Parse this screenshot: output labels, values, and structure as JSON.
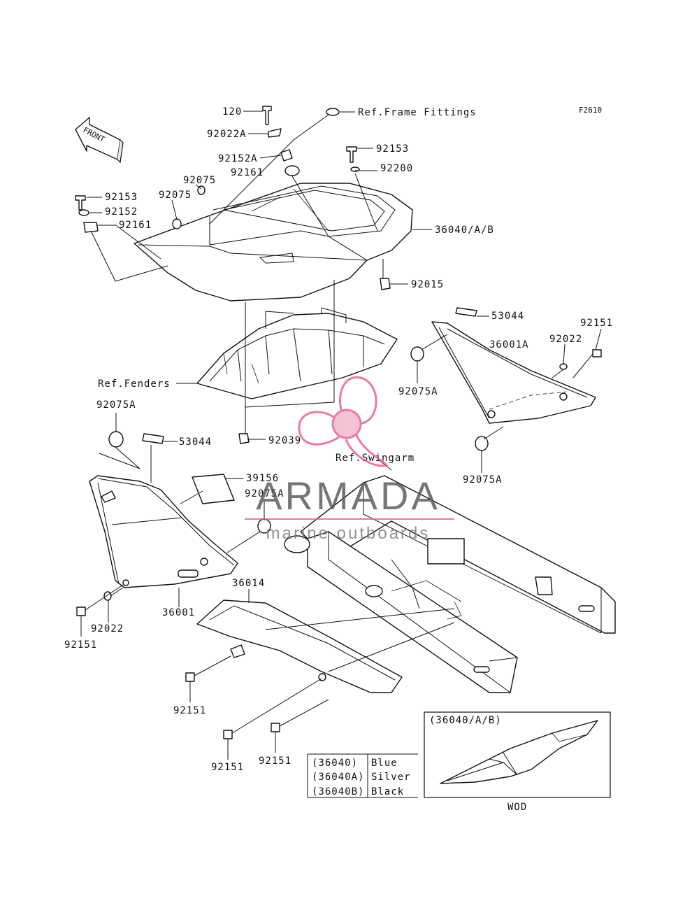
{
  "figure_code": "F2610",
  "front_label": "FRONT",
  "refs": {
    "frame_fittings": "Ref.Frame Fittings",
    "fenders": "Ref.Fenders",
    "swingarm": "Ref.Swingarm"
  },
  "part_labels": [
    {
      "id": "p120",
      "text": "120"
    },
    {
      "id": "p92022A",
      "text": "92022A"
    },
    {
      "id": "p92152A",
      "text": "92152A"
    },
    {
      "id": "p92161a",
      "text": "92161"
    },
    {
      "id": "p92153a",
      "text": "92153"
    },
    {
      "id": "p92200",
      "text": "92200"
    },
    {
      "id": "p92075a",
      "text": "92075"
    },
    {
      "id": "p92075b",
      "text": "92075"
    },
    {
      "id": "p92153b",
      "text": "92153"
    },
    {
      "id": "p92152",
      "text": "92152"
    },
    {
      "id": "p92161b",
      "text": "92161"
    },
    {
      "id": "p36040",
      "text": "36040/A/B"
    },
    {
      "id": "p92015",
      "text": "92015"
    },
    {
      "id": "p53044a",
      "text": "53044"
    },
    {
      "id": "p92151a",
      "text": "92151"
    },
    {
      "id": "p36001A",
      "text": "36001A"
    },
    {
      "id": "p92022a",
      "text": "92022"
    },
    {
      "id": "p92075Aa",
      "text": "92075A"
    },
    {
      "id": "p92039",
      "text": "92039"
    },
    {
      "id": "p92075Ab",
      "text": "92075A"
    },
    {
      "id": "p53044b",
      "text": "53044"
    },
    {
      "id": "p92075Ac",
      "text": "92075A"
    },
    {
      "id": "p39156",
      "text": "39156"
    },
    {
      "id": "p92075Ad",
      "text": "92075A"
    },
    {
      "id": "p36014",
      "text": "36014"
    },
    {
      "id": "p36001",
      "text": "36001"
    },
    {
      "id": "p92022b",
      "text": "92022"
    },
    {
      "id": "p92151b",
      "text": "92151"
    },
    {
      "id": "p92151c",
      "text": "92151"
    },
    {
      "id": "p92151d",
      "text": "92151"
    },
    {
      "id": "p92151e",
      "text": "92151"
    }
  ],
  "color_table": {
    "rows": [
      {
        "code": "(36040)",
        "color": "Blue"
      },
      {
        "code": "(36040A)",
        "color": "Silver"
      },
      {
        "code": "(36040B)",
        "color": "Black"
      }
    ]
  },
  "inset": {
    "title": "(36040/A/B)",
    "caption": "WOD"
  },
  "watermark": {
    "brand": "ARMADA",
    "tagline": "marine outboards",
    "color": "#e75a8c"
  }
}
